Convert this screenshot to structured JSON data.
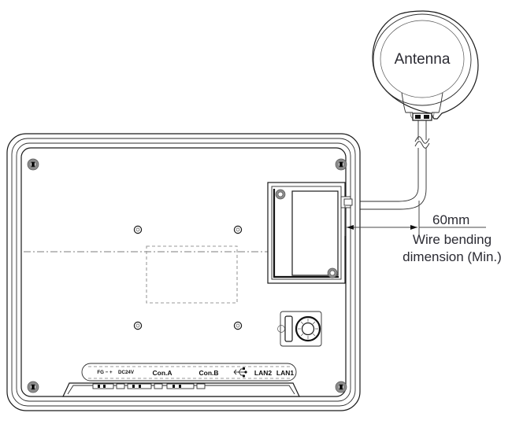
{
  "figure": {
    "type": "technical-line-drawing",
    "subject": "Rear view of a panel-mount HMI / industrial display with wireless antenna",
    "background_color": "#ffffff",
    "line_color": "#1a1a1a",
    "text_color": "#2b2b33"
  },
  "antenna": {
    "label": "Antenna",
    "shape": "circular-loop-antenna",
    "connector": "coaxial-base-connector"
  },
  "dimension": {
    "value": "60mm",
    "caption_line1": "Wire bending",
    "caption_line2": "dimension (Min.)",
    "arrow_style": "double-headed"
  },
  "device": {
    "name": "rear-housing",
    "module_bay": {
      "label": "expansion-module-bay",
      "screws": 2
    },
    "vesa": {
      "label": "mounting-hole-pattern",
      "holes": 4
    },
    "corner_screws": 4,
    "dial": {
      "label": "rotary-dial",
      "type": "rotary-switch"
    }
  },
  "ports": {
    "callout_items": [
      {
        "id": "power-terminal",
        "label": "FG − +",
        "sub": "DC24V"
      },
      {
        "id": "con-a",
        "label": "Con.A"
      },
      {
        "id": "con-b",
        "label": "Con.B"
      },
      {
        "id": "usb",
        "label": "←•",
        "icon": "usb-icon"
      },
      {
        "id": "lan2",
        "label": "LAN2"
      },
      {
        "id": "lan1",
        "label": "LAN1"
      }
    ]
  }
}
